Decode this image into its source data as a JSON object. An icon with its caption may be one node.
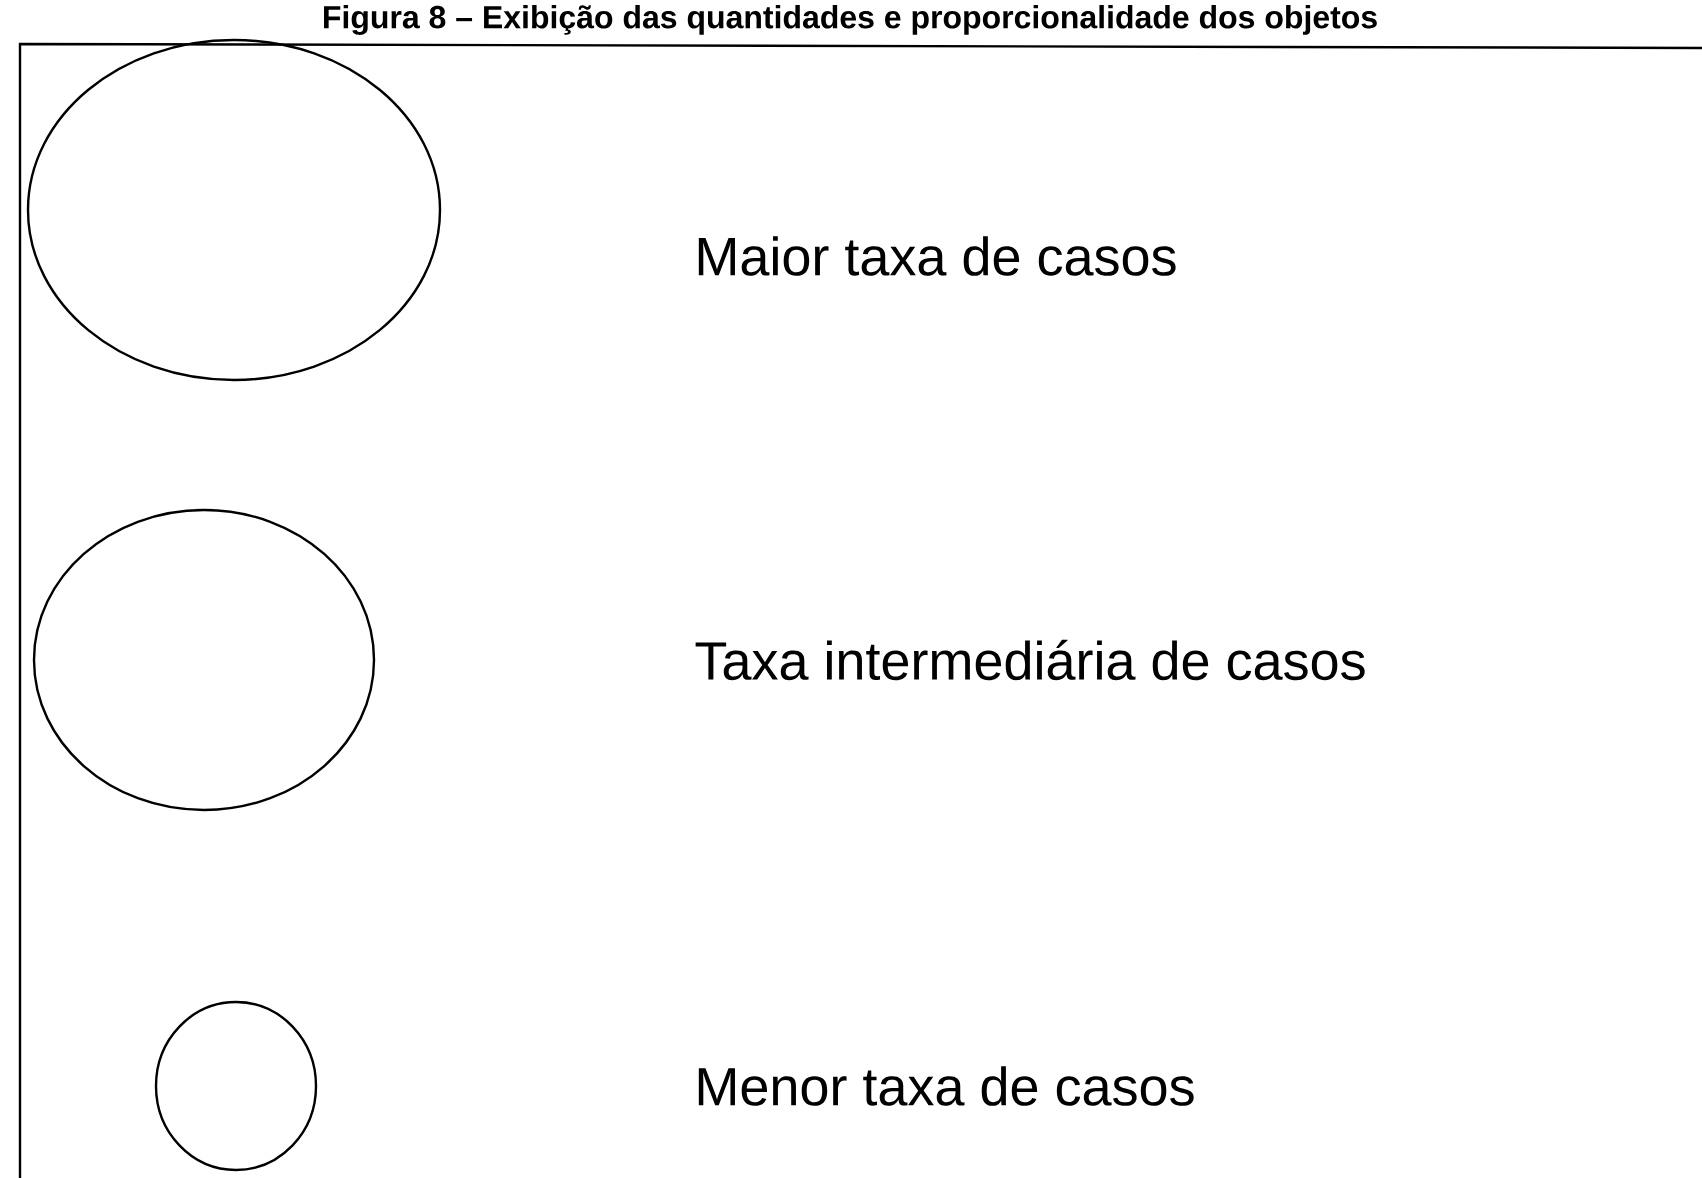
{
  "diagram": {
    "title": "Figura 8 – Exibição das quantidades e proporcionalidade dos objetos",
    "nodes": [
      {
        "text": [],
        "shape": "circle"
      },
      {
        "text": [],
        "shape": "circle"
      },
      {
        "text": [],
        "shape": "circle"
      }
    ],
    "labels": [
      "Maior taxa de casos",
      "Taxa intermediária de casos",
      "Menor taxa de casos"
    ]
  }
}
